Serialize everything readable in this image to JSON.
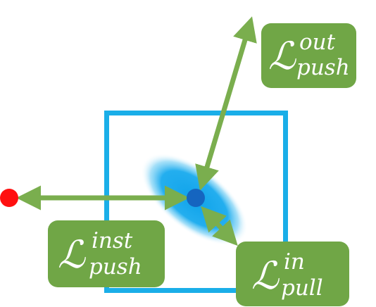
{
  "labels": {
    "push_out": {
      "symbol": "ℒ",
      "sup": "out",
      "sub": "push"
    },
    "push_inst": {
      "symbol": "ℒ",
      "sup": "inst",
      "sub": "push"
    },
    "pull_in": {
      "symbol": "ℒ",
      "sup": "in",
      "sub": "pull"
    }
  },
  "colors": {
    "box_border": "#1aaee8",
    "blob": "#13a8ec",
    "center_point": "#1565c0",
    "outside_point": "#ff1010",
    "arrow": "#7aae4e",
    "label_bg": "#70a646",
    "label_text": "#ffffff"
  }
}
